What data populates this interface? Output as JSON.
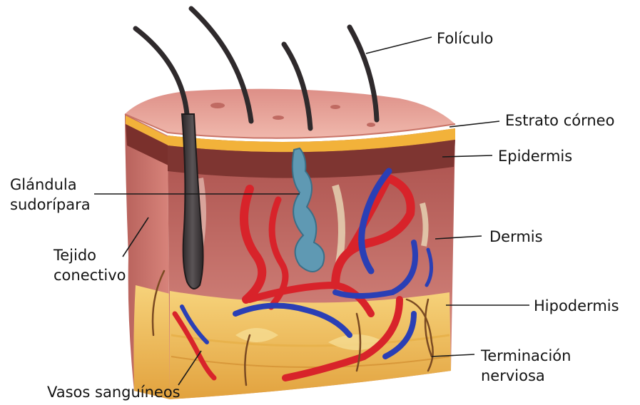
{
  "labels": {
    "foliculo": "Folículo",
    "estrato_corneo": "Estrato córneo",
    "epidermis": "Epidermis",
    "glandula_line1": "Glándula",
    "glandula_line2": "sudorípara",
    "dermis": "Dermis",
    "tejido_line1": "Tejido",
    "tejido_line2": "conectivo",
    "hipodermis": "Hipodermis",
    "terminacion_line1": "Terminación",
    "terminacion_line2": "nerviosa",
    "vasos": "Vasos sanguíneos"
  },
  "colors": {
    "skin_top": "#e9a99c",
    "stratum_corneum": "#f2b23a",
    "epidermis": "#8a3a35",
    "dermis": "#cf7a73",
    "hypodermis": "#f2c25a",
    "artery": "#d8232a",
    "vein": "#2a3fb5",
    "sweat_gland": "#5f99b3",
    "hair": "#3a3436",
    "nerve": "#7a4a22"
  }
}
